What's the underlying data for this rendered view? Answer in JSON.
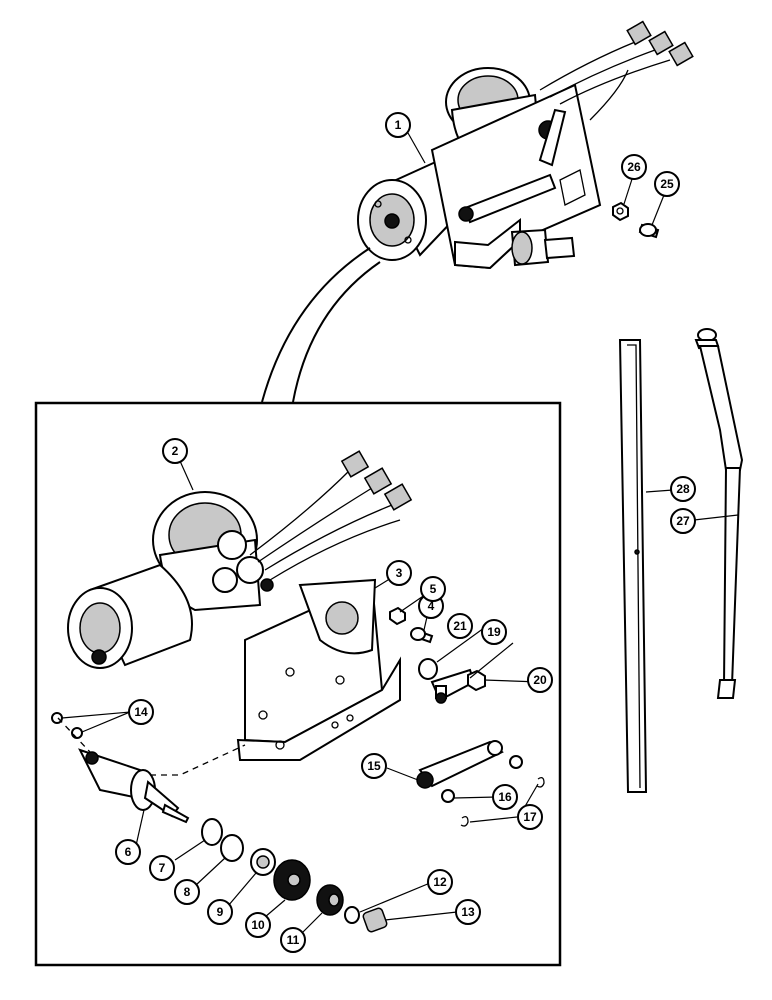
{
  "callouts": [
    "1",
    "2",
    "3",
    "4",
    "5",
    "6",
    "7",
    "8",
    "9",
    "10",
    "11",
    "12",
    "13",
    "14",
    "15",
    "16",
    "17",
    "19",
    "20",
    "21",
    "25",
    "26",
    "27",
    "28"
  ]
}
